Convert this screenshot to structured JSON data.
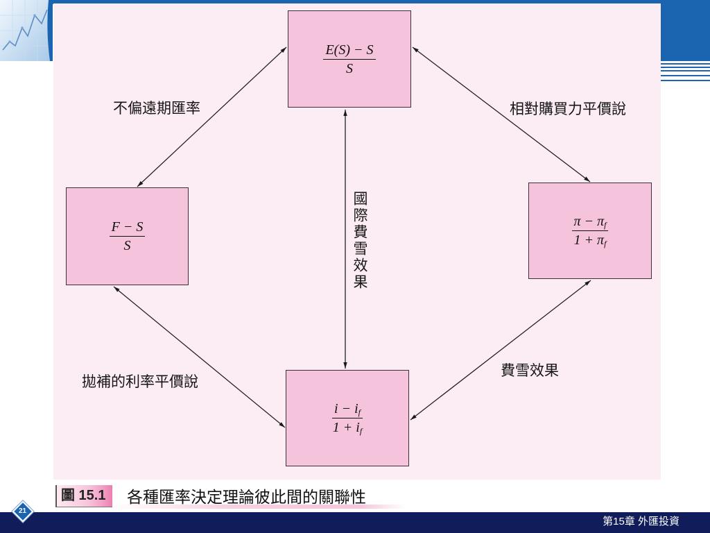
{
  "slide": {
    "page_number": "21",
    "footer": "第15章 外匯投資"
  },
  "colors": {
    "theme_blue": "#1b64b0",
    "footer_navy": "#111c5a",
    "panel_pink": "#fcedf4",
    "box_pink": "#f6c3dc",
    "label_pink": "#f2a3c7",
    "line": "#222222"
  },
  "icons": {
    "page_badge": "diamond-icon",
    "header_art": "line-graph-icon"
  },
  "diagram": {
    "boxes": {
      "top": {
        "numerator": "E(S) − S",
        "denominator": "S"
      },
      "left": {
        "numerator": "F − S",
        "denominator": "S"
      },
      "right": {
        "numerator": {
          "base": "π − π",
          "sub": "f"
        },
        "denominator": {
          "base": "1 + π",
          "sub": "f"
        }
      },
      "bottom": {
        "numerator": {
          "base": "i − i",
          "sub": "f"
        },
        "denominator": {
          "base": "1 + i",
          "sub": "f"
        }
      }
    },
    "relations": {
      "top_left": "不偏遠期匯率",
      "top_right": "相對購買力平價說",
      "vertical": "國際費雪效果",
      "bottom_left": "拋補的利率平價說",
      "bottom_right": "費雪效果"
    }
  },
  "figure": {
    "label": "圖 15.1",
    "caption": "各種匯率決定理論彼此間的關聯性"
  }
}
